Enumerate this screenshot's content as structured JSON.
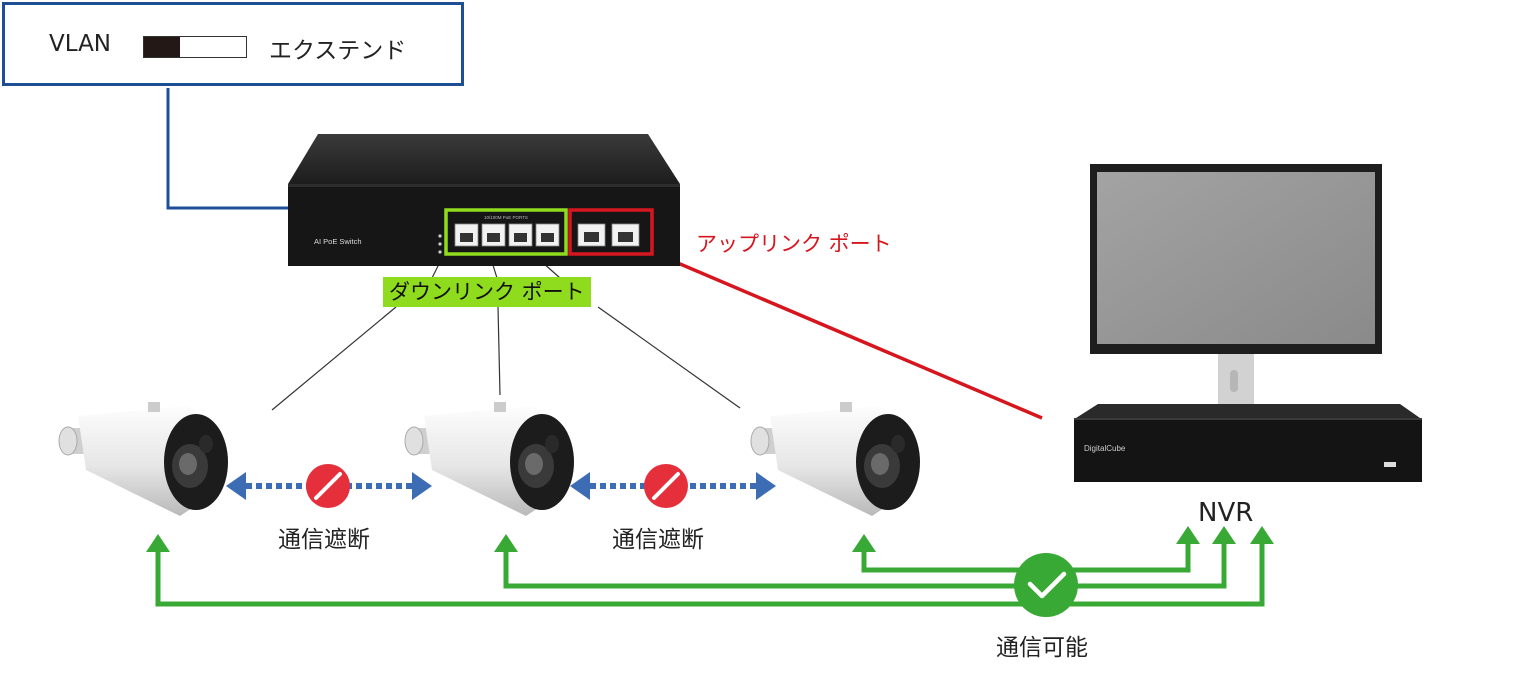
{
  "vlan": {
    "label": "VLAN",
    "mode": "エクステンド",
    "toggle_state": "extend"
  },
  "switch": {
    "model_label": "AI PoE Switch",
    "port_group_label": "10/100M PoE PORTS"
  },
  "labels": {
    "uplink_port": "アップリンク ポート",
    "downlink_port": "ダウンリンク ポート",
    "blocked_1": "通信遮断",
    "blocked_2": "通信遮断",
    "nvr": "NVR",
    "communication_ok": "通信可能"
  },
  "nvr_device": {
    "brand": "DigitalCube"
  },
  "colors": {
    "vlan_border": "#1e4f96",
    "uplink_red": "#d6161e",
    "downlink_green": "#8fdc1e",
    "ok_green": "#39a935",
    "blocked_blue": "#3c6cb4",
    "blocked_red": "#e5303c"
  },
  "icons": {
    "blocked": "no-entry-icon",
    "ok": "check-circle-icon"
  }
}
